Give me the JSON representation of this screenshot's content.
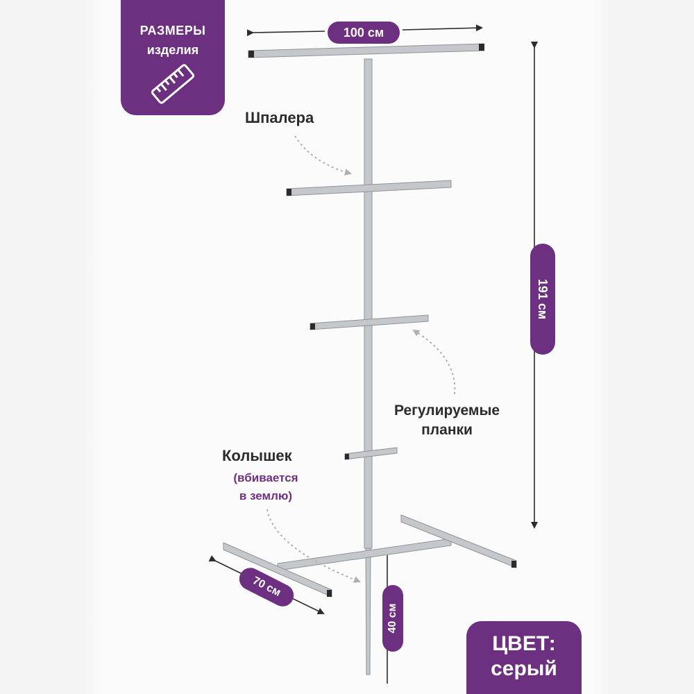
{
  "badge": {
    "line1": "РАЗМЕРЫ",
    "line2": "изделия",
    "icon": "ruler-icon"
  },
  "dimensions": {
    "width": "100 см",
    "height": "191 см",
    "base_depth": "70 см",
    "stake": "40 см"
  },
  "labels": {
    "trellis": "Шпалера",
    "slats_line1": "Регулируемые",
    "slats_line2": "планки",
    "stake_title": "Колышек",
    "stake_note_line1": "(вбивается",
    "stake_note_line2": "в землю)"
  },
  "color_badge": {
    "line1": "ЦВЕТ:",
    "line2": "серый"
  },
  "colors": {
    "accent": "#6d3080",
    "metal": "#b9bdc2",
    "text": "#2b2b2b"
  }
}
